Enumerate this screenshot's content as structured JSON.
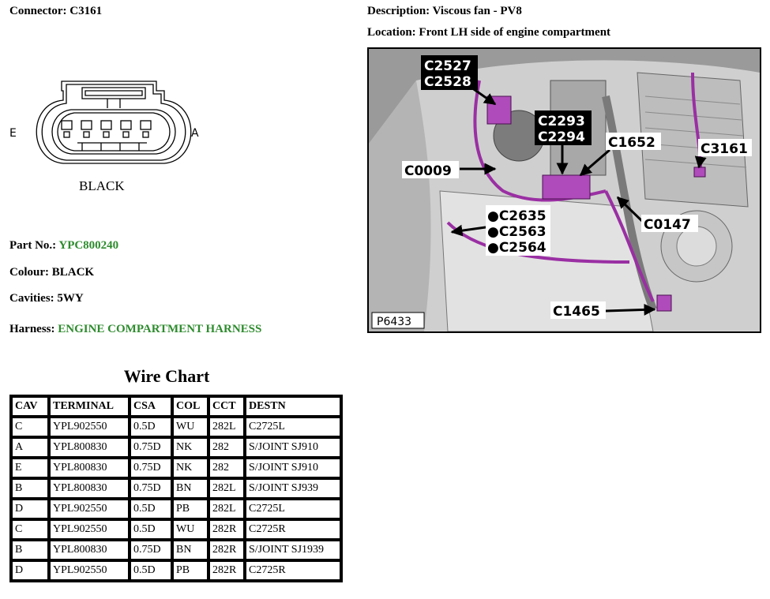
{
  "connector": {
    "label": "Connector:",
    "value": "C3161"
  },
  "description": {
    "label": "Description:",
    "value": "Viscous fan - PV8"
  },
  "location": {
    "label": "Location:",
    "value": "Front LH side of engine compartment"
  },
  "pin_e": "E",
  "pin_a": "A",
  "drawing_colour": "BLACK",
  "part_no": {
    "label": "Part No.:",
    "value": "YPC800240"
  },
  "colour": {
    "label": "Colour:",
    "value": "BLACK"
  },
  "cavities": {
    "label": "Cavities:",
    "value": "5WY"
  },
  "harness": {
    "label": "Harness:",
    "value": "ENGINE COMPARTMENT HARNESS"
  },
  "accent_color": "#2e8b2e",
  "photo": {
    "ref": "P6433",
    "callouts": {
      "c2527": "C2527",
      "c2528": "C2528",
      "c2293": "C2293",
      "c2294": "C2294",
      "c1652": "C1652",
      "c3161": "C3161",
      "c0009": "C0009",
      "c2635": "●C2635",
      "c2563": "●C2563",
      "c2564": "●C2564",
      "c0147": "C0147",
      "c1465": "C1465"
    }
  },
  "wire_chart": {
    "title": "Wire Chart",
    "headers": [
      "CAV",
      "TERMINAL",
      "CSA",
      "COL",
      "CCT",
      "DESTN"
    ],
    "rows": [
      [
        "C",
        "YPL902550",
        "0.5D",
        "WU",
        "282L",
        "C2725L"
      ],
      [
        "A",
        "YPL800830",
        "0.75D",
        "NK",
        "282",
        "S/JOINT SJ910"
      ],
      [
        "E",
        "YPL800830",
        "0.75D",
        "NK",
        "282",
        "S/JOINT SJ910"
      ],
      [
        "B",
        "YPL800830",
        "0.75D",
        "BN",
        "282L",
        "S/JOINT SJ939"
      ],
      [
        "D",
        "YPL902550",
        "0.5D",
        "PB",
        "282L",
        "C2725L"
      ],
      [
        "C",
        "YPL902550",
        "0.5D",
        "WU",
        "282R",
        "C2725R"
      ],
      [
        "B",
        "YPL800830",
        "0.75D",
        "BN",
        "282R",
        "S/JOINT SJ1939"
      ],
      [
        "D",
        "YPL902550",
        "0.5D",
        "PB",
        "282R",
        "C2725R"
      ]
    ]
  }
}
